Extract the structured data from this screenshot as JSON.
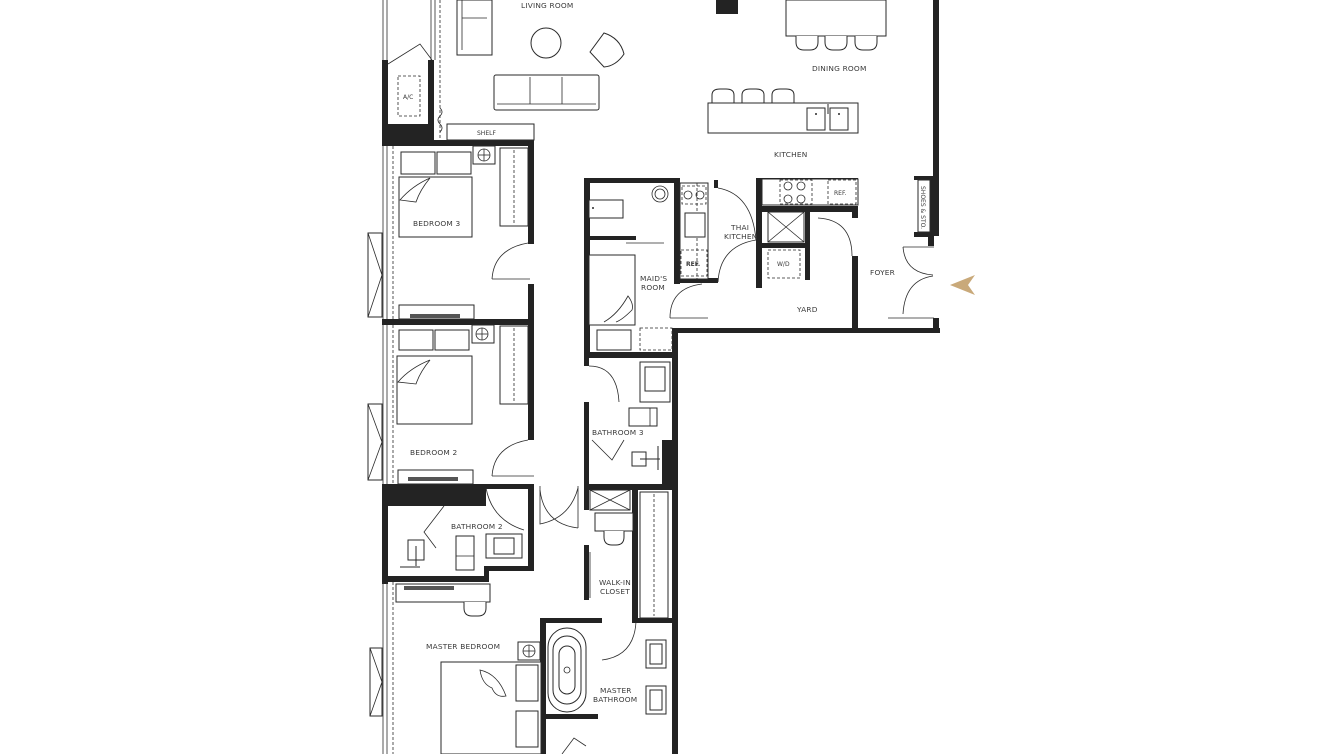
{
  "floorplan": {
    "rooms": {
      "living_room": "LIVING ROOM",
      "dining_room": "DINING ROOM",
      "kitchen": "KITCHEN",
      "thai_kitchen_1": "THAI",
      "thai_kitchen_2": "KITCHEN",
      "maids_room_1": "MAID'S",
      "maids_room_2": "ROOM",
      "yard": "YARD",
      "foyer": "FOYER",
      "bedroom_3": "BEDROOM 3",
      "bedroom_2": "BEDROOM  2",
      "bathroom_3": "BATHROOM 3",
      "bathroom_2": "BATHROOM 2",
      "walk_in_closet_1": "WALK-IN",
      "walk_in_closet_2": "CLOSET",
      "master_bedroom": "MASTER BEDROOM",
      "master_bathroom_1": "MASTER",
      "master_bathroom_2": "BATHROOM"
    },
    "fixtures": {
      "ac": "A/C",
      "shelf": "SHELF",
      "ref_kitchen": "REF.",
      "ref_thai": "REF.",
      "washer_dryer": "W/D",
      "shoes_storage": "SHOES & STO."
    },
    "entrance_marker_color": "#c9a97a",
    "wall_color": "#232323"
  }
}
